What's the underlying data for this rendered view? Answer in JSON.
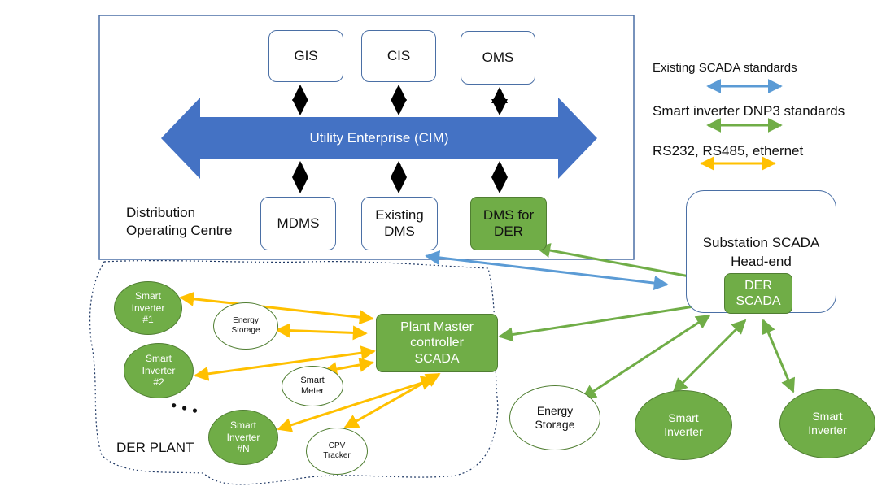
{
  "operating_centre": {
    "label": "Distribution\nOperating Centre",
    "top_systems": [
      "GIS",
      "CIS",
      "OMS"
    ],
    "bus_label": "Utility Enterprise (CIM)",
    "bottom_systems": [
      "MDMS",
      "Existing\nDMS",
      "DMS for\nDER"
    ]
  },
  "legend": [
    {
      "label": "Existing SCADA standards",
      "color": "#5b9bd5"
    },
    {
      "label": "Smart inverter DNP3 standards",
      "color": "#70ad47"
    },
    {
      "label": "RS232, RS485, ethernet",
      "color": "#ffc000"
    }
  ],
  "substation": {
    "title": "Substation SCADA\nHead-end",
    "der_scada": "DER\nSCADA"
  },
  "der_plant": {
    "label": "DER PLANT",
    "controller": "Plant Master\ncontroller\nSCADA",
    "inverters": [
      "Smart\nInverter\n#1",
      "Smart\nInverter\n#2",
      "Smart\nInverter\n#N"
    ],
    "ellipsis": "• • •",
    "energy_storage": "Energy\nStorage",
    "smart_meter": "Smart\nMeter",
    "cpv_tracker": "CPV\nTracker"
  },
  "external": {
    "energy_storage": "Energy\nStorage",
    "smart_inverter_1": "Smart\nInverter",
    "smart_inverter_2": "Smart\nInverter"
  }
}
